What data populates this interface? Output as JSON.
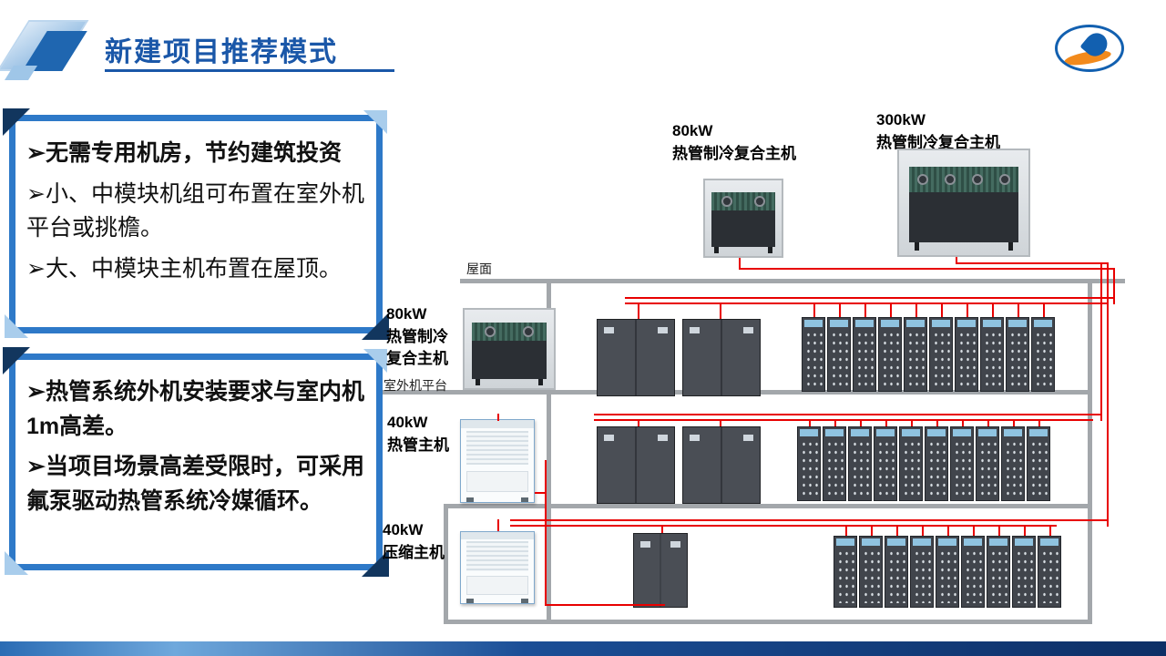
{
  "slide": {
    "title": "新建项目推荐模式",
    "accent_color": "#1a57a8",
    "pipe_color": "#e80000"
  },
  "info_boxes": [
    {
      "lines": [
        {
          "text": "➢无需专用机房，节约建筑投资",
          "bold": true
        },
        {
          "text": "➢小、中模块机组可布置在室外机平台或挑檐。",
          "bold": false
        },
        {
          "text": "➢大、中模块主机布置在屋顶。",
          "bold": false
        }
      ]
    },
    {
      "lines": [
        {
          "text": "➢热管系统外机安装要求与室内机1m高差。",
          "bold": true
        },
        {
          "text": "➢当项目场景高差受限时，可采用氟泵驱动热管系统冷媒循环。",
          "bold": true
        }
      ]
    }
  ],
  "diagram": {
    "roof_label": "屋面",
    "platform_label": "室外机平台",
    "rooftop_units": [
      {
        "label": "80kW\n热管制冷复合主机"
      },
      {
        "label": "300kW\n热管制冷复合主机"
      }
    ],
    "floors": [
      {
        "label": "80kW\n热管制冷\n复合主机",
        "rack_count": 10,
        "cabinet_count": 2
      },
      {
        "label": "40kW\n热管主机",
        "rack_count": 10,
        "cabinet_count": 2
      },
      {
        "label": "40kW\n压缩主机",
        "rack_count": 9,
        "cabinet_count": 1
      }
    ]
  }
}
